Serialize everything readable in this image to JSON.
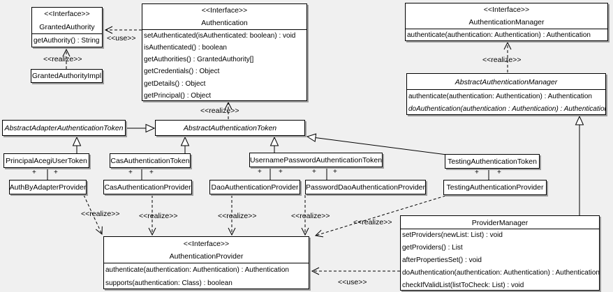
{
  "canvas": {
    "background": "#f0f0f0",
    "node_fill": "#ffffff",
    "line_color": "#000000",
    "shadow_color": "#9e9e9e"
  },
  "labels": {
    "use": "<<use>>",
    "realize": "<<realize>>",
    "plus": "+"
  },
  "classes": {
    "granted_authority": {
      "stereotype": "<<Interface>>",
      "name": "GrantedAuthority",
      "methods": [
        "getAuthority() : String"
      ]
    },
    "granted_authority_impl": {
      "name": "GrantedAuthorityImpl"
    },
    "authentication": {
      "stereotype": "<<Interface>>",
      "name": "Authentication",
      "methods": [
        "setAuthenticated(isAuthenticated: boolean) : void",
        "isAuthenticated() : boolean",
        "getAuthorities() : GrantedAuthority[]",
        "getCredentials() : Object",
        "getDetails() : Object",
        "getPrincipal() : Object"
      ]
    },
    "authentication_manager": {
      "stereotype": "<<Interface>>",
      "name": "AuthenticationManager",
      "methods": [
        "authenticate(authentication: Authentication) : Authentication"
      ]
    },
    "abstract_authentication_manager": {
      "name": "AbstractAuthenticationManager",
      "methods": [
        "authenticate(authentication: Authentication) : Authentication",
        "doAuthentication(authentication : Authentication) : Authentication"
      ]
    },
    "abstract_adapter_authentication_token": {
      "name": "AbstractAdapterAuthenticationToken"
    },
    "abstract_authentication_token": {
      "name": "AbstractAuthenticationToken"
    },
    "principal_acegi_user_token": {
      "name": "PrincipalAcegiUserToken"
    },
    "cas_authentication_token": {
      "name": "CasAuthenticationToken"
    },
    "username_password_authentication_token": {
      "name": "UsernamePasswordAuthenticationToken"
    },
    "testing_authentication_token": {
      "name": "TestingAuthenticationToken"
    },
    "auth_by_adapter_provider": {
      "name": "AuthByAdapterProvider"
    },
    "cas_authentication_provider": {
      "name": "CasAuthenticationProvider"
    },
    "dao_authentication_provider": {
      "name": "DaoAuthenticationProvider"
    },
    "password_dao_authentication_provider": {
      "name": "PasswordDaoAuthenticationProvider"
    },
    "testing_authentication_provider": {
      "name": "TestingAuthenticationProvider"
    },
    "authentication_provider": {
      "stereotype": "<<Interface>>",
      "name": "AuthenticationProvider",
      "methods": [
        "authenticate(authentication: Authentication) : Authentication",
        "supports(authentication: Class) : boolean"
      ]
    },
    "provider_manager": {
      "name": "ProviderManager",
      "methods": [
        "setProviders(newList: List) : void",
        "getProviders() : List",
        "afterPropertiesSet() : void",
        "doAuthentication(authentication: Authentication) : Authentication",
        "checkIfValidList(listToCheck: List) : void"
      ]
    }
  }
}
